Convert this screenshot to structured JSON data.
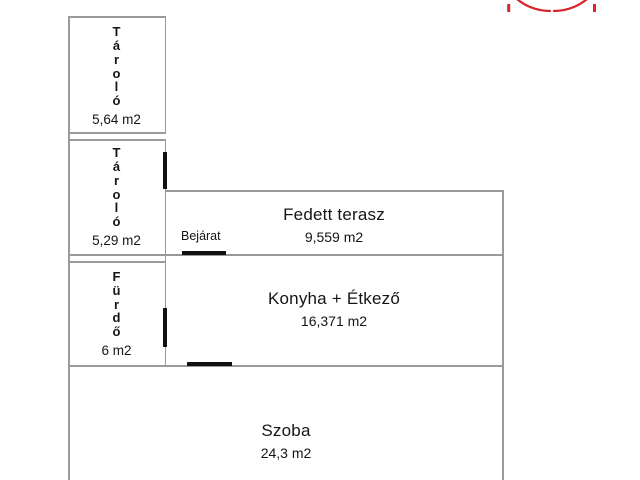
{
  "document": {
    "type": "floor-plan",
    "language": "hu",
    "background_color": "#ffffff",
    "wall_color": "#9a9a9a",
    "door_color": "#111111",
    "text_color": "#151515",
    "watermark_color": "#d8232a"
  },
  "rooms": [
    {
      "id": "tarolo-1",
      "name": "Tároló",
      "letters": [
        "T",
        "á",
        "r",
        "o",
        "l",
        "ó"
      ],
      "area": "5,64 m2",
      "orientation": "vertical"
    },
    {
      "id": "tarolo-2",
      "name": "Tároló",
      "letters": [
        "T",
        "á",
        "r",
        "o",
        "l",
        "ó"
      ],
      "area": "5,29 m2",
      "orientation": "vertical"
    },
    {
      "id": "furdo",
      "name": "Fürdő",
      "letters": [
        "F",
        "ü",
        "r",
        "d",
        "ő"
      ],
      "area": "6 m2",
      "orientation": "vertical"
    },
    {
      "id": "fedett-terasz",
      "name": "Fedett terasz",
      "area": "9,559 m2",
      "orientation": "horizontal"
    },
    {
      "id": "konyha-etkezo",
      "name": "Konyha + Étkező",
      "area": "16,371 m2",
      "orientation": "horizontal"
    },
    {
      "id": "szoba",
      "name": "Szoba",
      "area": "24,3 m2",
      "orientation": "horizontal"
    }
  ],
  "annotations": [
    {
      "id": "bejarat",
      "label": "Bejárat"
    }
  ]
}
